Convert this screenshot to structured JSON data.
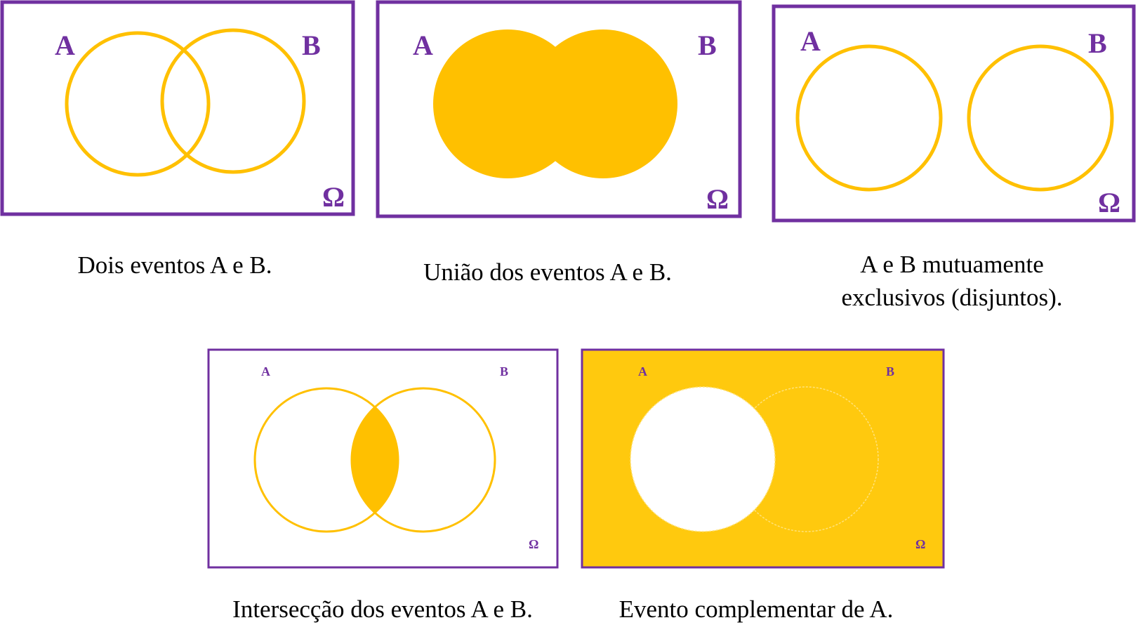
{
  "colors": {
    "frame": "#7030a0",
    "circle": "#ffc000",
    "complement_fill": "#ffc90e",
    "background": "#ffffff"
  },
  "panels": [
    {
      "id": "two-events",
      "set_a": "A",
      "set_b": "B",
      "universe": "Ω",
      "caption": [
        "Dois eventos A e B."
      ]
    },
    {
      "id": "union",
      "set_a": "A",
      "set_b": "B",
      "universe": "Ω",
      "caption": [
        "União dos eventos A e B."
      ]
    },
    {
      "id": "mutually-exclusive",
      "set_a": "A",
      "set_b": "B",
      "universe": "Ω",
      "caption": [
        "A e B mutuamente",
        "exclusivos (disjuntos)."
      ]
    },
    {
      "id": "intersection",
      "set_a": "A",
      "set_b": "B",
      "universe": "Ω",
      "caption": [
        "Intersecção dos eventos A e B."
      ]
    },
    {
      "id": "complement",
      "set_a": "A",
      "set_b": "B",
      "universe": "Ω",
      "caption": [
        "Evento complementar de A."
      ]
    }
  ]
}
